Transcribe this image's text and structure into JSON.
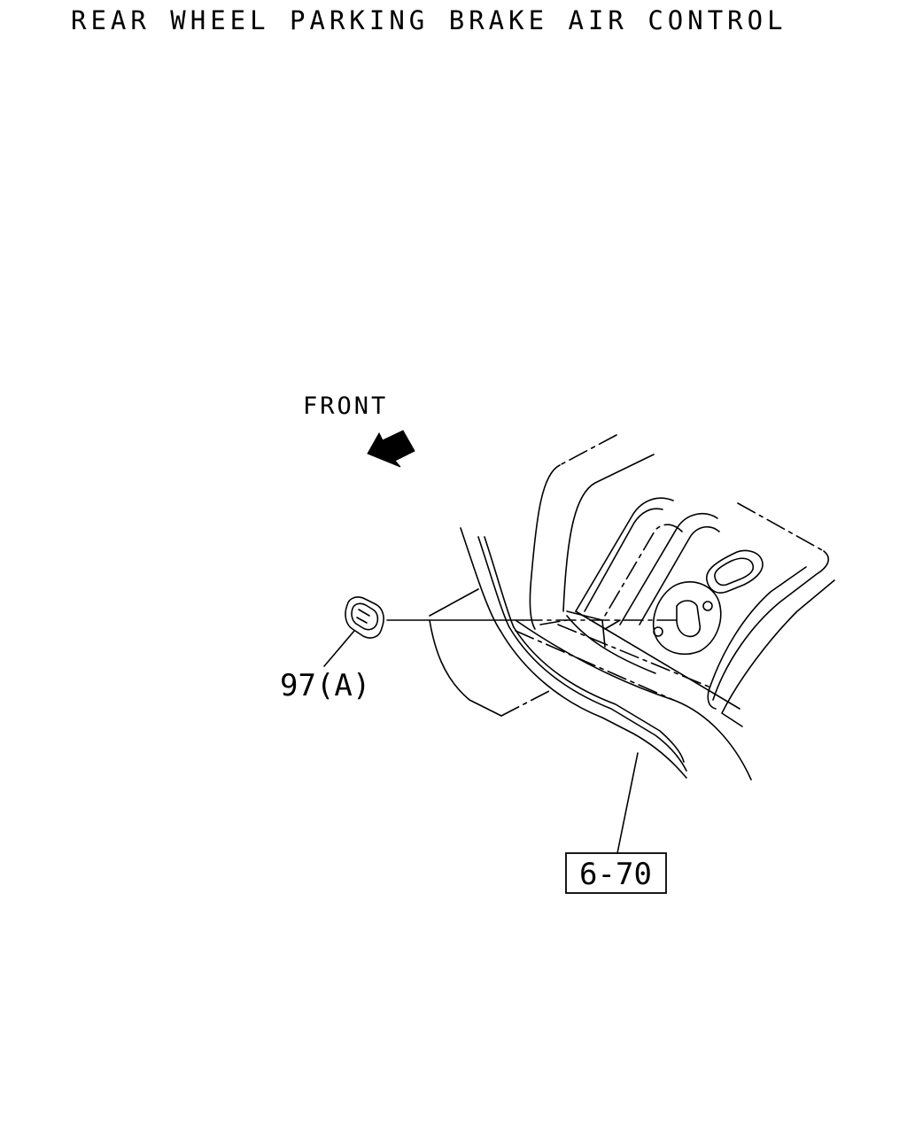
{
  "title": "REAR WHEEL PARKING BRAKE AIR CONTROL",
  "direction_label": "FRONT",
  "callouts": {
    "grommet": "97(A)",
    "reference": "6-70"
  },
  "colors": {
    "ink": "#000000",
    "background": "#ffffff"
  },
  "icons": {
    "front_indicator": "arrow-up-left-icon"
  }
}
